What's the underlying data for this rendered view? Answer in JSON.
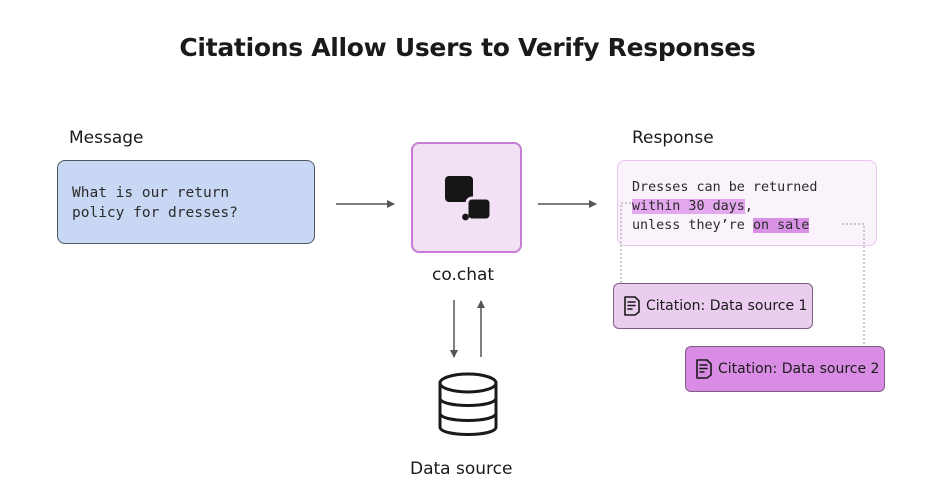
{
  "title": "Citations Allow Users to Verify Responses",
  "message": {
    "label": "Message",
    "text": "What is our return\npolicy for dresses?"
  },
  "chat": {
    "label": "co.chat",
    "icon": "chat-bubbles-icon"
  },
  "response": {
    "label": "Response",
    "line1": "Dresses can be returned",
    "line2_highlight": "within 30 days",
    "line2_rest": ",",
    "line3_prefix": "unless they’re ",
    "line3_highlight": "on sale"
  },
  "citations": [
    {
      "label": "Citation: Data source 1",
      "icon": "document-icon"
    },
    {
      "label": "Citation: Data source 2",
      "icon": "document-icon"
    }
  ],
  "data_source": {
    "label": "Data source",
    "icon": "database-icon"
  },
  "colors": {
    "message_fill": "#c8d7f3",
    "chat_fill": "#f2e1f5",
    "chat_border": "#c77dd6",
    "highlight_1": "#e4a8ee",
    "highlight_2": "#d991e6",
    "citation_1_fill": "#ebcdf0",
    "citation_2_fill": "#d98ce3"
  }
}
